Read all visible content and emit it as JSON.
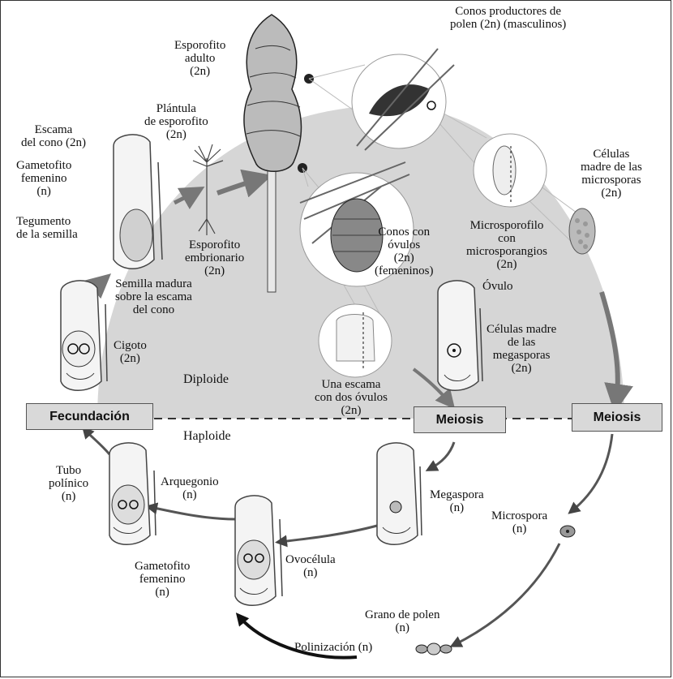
{
  "labels": {
    "conos_productores": "Conos productores de\npolen (2n) (masculinos)",
    "esporofito_adulto": "Esporofito\nadulto\n(2n)",
    "plantula": "Plántula\nde esporofito\n(2n)",
    "escama_cono": "Escama\ndel cono (2n)",
    "gametofito_femenino_top": "Gametofito\nfemenino\n(n)",
    "tegumento": "Tegumento\nde la semilla",
    "esporofito_embrionario": "Esporofito\nembrionario\n(2n)",
    "semilla_madura": "Semilla madura\nsobre la escama\ndel cono",
    "cigoto": "Cigoto\n(2n)",
    "celulas_madre_micro": "Células\nmadre de las\nmicrosporas\n(2n)",
    "microsporofilo": "Microsporofilo\ncon\nmicrosporangios\n(2n)",
    "conos_ovulos": "Conos con\nóvulos\n(2n)\n(femeninos)",
    "ovulo": "Óvulo",
    "celulas_madre_mega": "Células madre\nde las\nmegasporas\n(2n)",
    "una_escama": "Una escama\ncon dos óvulos\n(2n)",
    "tubo_polinico": "Tubo\npolínico\n(n)",
    "arquegonio": "Arquegonio\n(n)",
    "megaspora": "Megaspora\n(n)",
    "microspora": "Microspora\n(n)",
    "gametofito_femenino_bottom": "Gametofito\nfemenino\n(n)",
    "ovocelula": "Ovocélula\n(n)",
    "grano_polen": "Grano de polen\n(n)",
    "polinizacion": "Polinización (n)"
  },
  "zones": {
    "diploide": "Diploide",
    "haploide": "Haploide"
  },
  "boxes": {
    "fecundacion": "Fecundación",
    "meiosis_center": "Meiosis",
    "meiosis_right": "Meiosis"
  },
  "colors": {
    "circle_fill": "#d6d6d6",
    "arrow": "#777777",
    "box_fill": "#d9d9d9"
  }
}
